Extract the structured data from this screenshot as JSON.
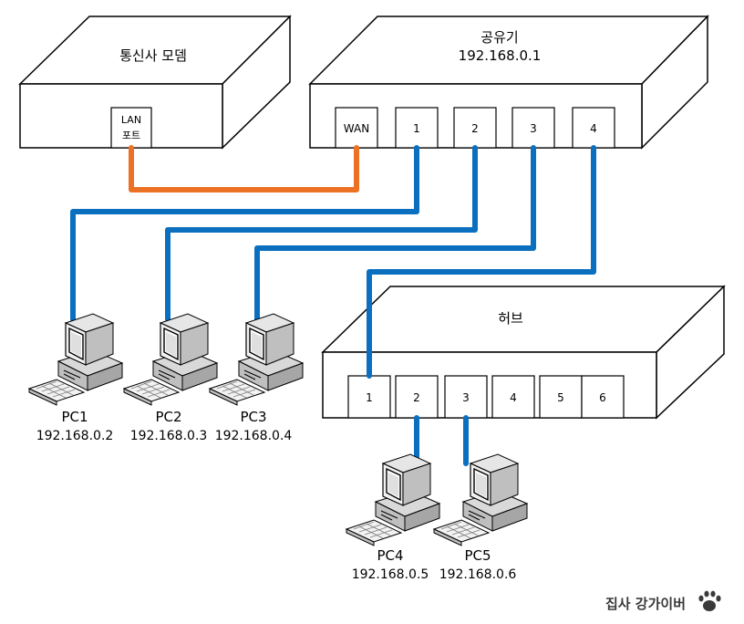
{
  "modem": {
    "title": "통신사 모뎀",
    "lan_port_line1": "LAN",
    "lan_port_line2": "포트"
  },
  "router": {
    "title": "공유기",
    "ip": "192.168.0.1",
    "ports": [
      "WAN",
      "1",
      "2",
      "3",
      "4"
    ]
  },
  "hub": {
    "title": "허브",
    "ports": [
      "1",
      "2",
      "3",
      "4",
      "5",
      "6"
    ]
  },
  "pcs": [
    {
      "name": "PC1",
      "ip": "192.168.0.2"
    },
    {
      "name": "PC2",
      "ip": "192.168.0.3"
    },
    {
      "name": "PC3",
      "ip": "192.168.0.4"
    },
    {
      "name": "PC4",
      "ip": "192.168.0.5"
    },
    {
      "name": "PC5",
      "ip": "192.168.0.6"
    }
  ],
  "watermark": "집사 강가이버",
  "colors": {
    "wan_cable": "#ec7125",
    "lan_cable": "#0b6fbf",
    "box_stroke": "#000000"
  }
}
